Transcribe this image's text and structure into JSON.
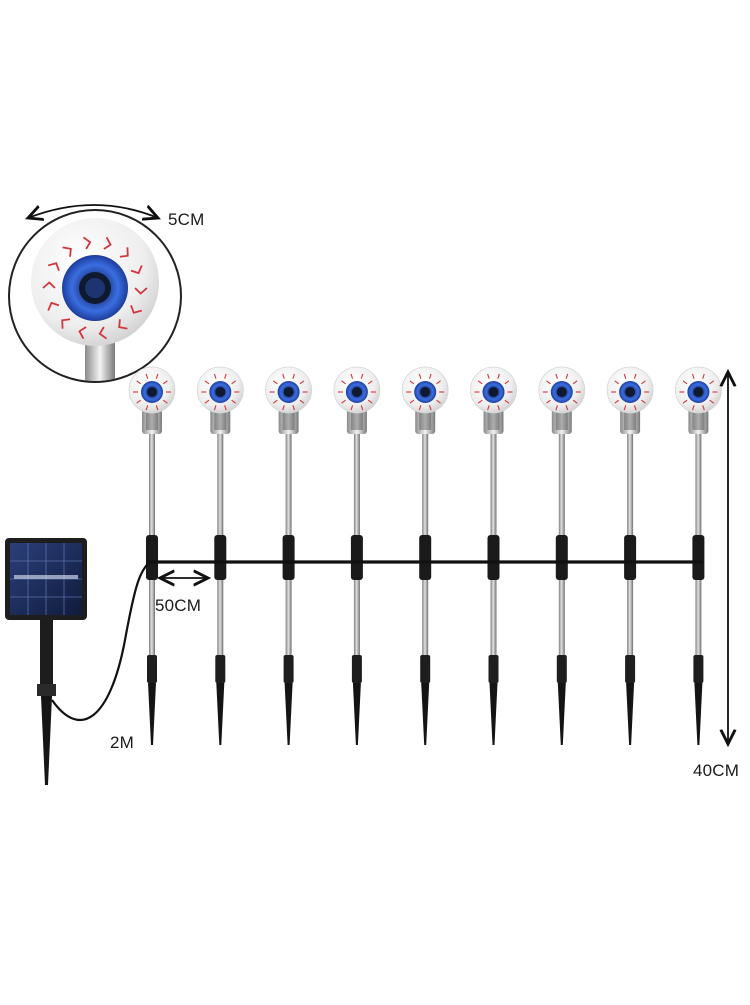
{
  "product": {
    "stake_count": 9,
    "colors": {
      "background": "#ffffff",
      "eye_white": "#f1f1f1",
      "iris": "#2f5fd0",
      "pupil": "#16233f",
      "veins": "#d2363c",
      "stem": "#a8a8a8",
      "cable": "#111111",
      "solar_panel": "#1c2c59",
      "stake_tip": "#222222"
    },
    "icons": [
      "eyeball-icon",
      "solar-panel-icon",
      "stake-icon",
      "double-arrow-icon"
    ]
  },
  "dimensions": {
    "head_diameter": "5CM",
    "stake_spacing": "50CM",
    "cable_length": "2M",
    "stake_height": "40CM"
  }
}
